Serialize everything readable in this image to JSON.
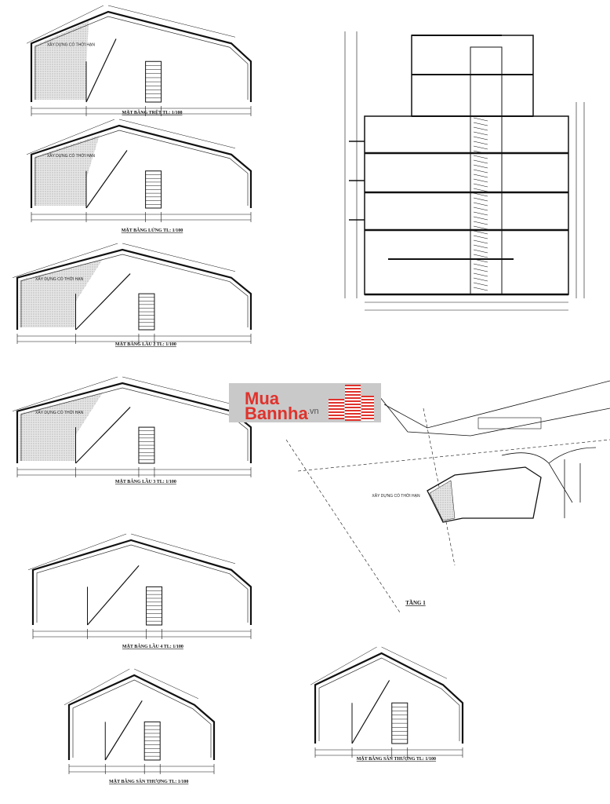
{
  "plans": [
    {
      "title": "MẶT BẰNG TRỆT TL: 1/100",
      "note": "XÂY DỰNG CÓ THỜI HẠN"
    },
    {
      "title": "MẶT BẰNG LỬNG TL: 1/100",
      "note": "XÂY DỰNG CÓ THỜI HẠN"
    },
    {
      "title": "MẶT BẰNG LẦU 2 TL: 1/100",
      "note": "XÂY DỰNG CÓ THỜI HẠN"
    },
    {
      "title": "MẶT BẰNG LẦU 3 TL: 1/100",
      "note": "XÂY DỰNG CÓ THỜI HẠN"
    },
    {
      "title": "MẶT BẰNG LẦU 4 TL: 1/100",
      "note": ""
    },
    {
      "title": "MẶT BẰNG SÂN THƯỢNG TL: 1/100",
      "note": ""
    },
    {
      "title": "MẶT BẰNG SÂN THƯỢNG TL: 1/100",
      "note": ""
    }
  ],
  "site_plan": {
    "title": "TẦNG 1",
    "note": "XÂY DỰNG CÓ THỜI HẠN"
  },
  "watermark": {
    "line1": "Mua",
    "line2": "Bannha",
    "suffix": ".vn",
    "color": "#e0322c"
  }
}
